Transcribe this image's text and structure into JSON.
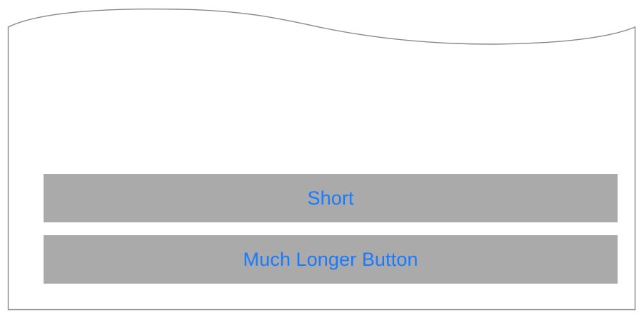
{
  "panel": {
    "name": "wavy-top-panel",
    "border_color": "#888888",
    "background_color": "#ffffff",
    "top_edge_style": "wave"
  },
  "buttons": [
    {
      "name": "short-button",
      "label": "Short",
      "background_color": "#aaaaaa",
      "text_color": "#1a7aff"
    },
    {
      "name": "much-longer-button",
      "label": "Much Longer Button",
      "background_color": "#aaaaaa",
      "text_color": "#1a7aff"
    }
  ]
}
